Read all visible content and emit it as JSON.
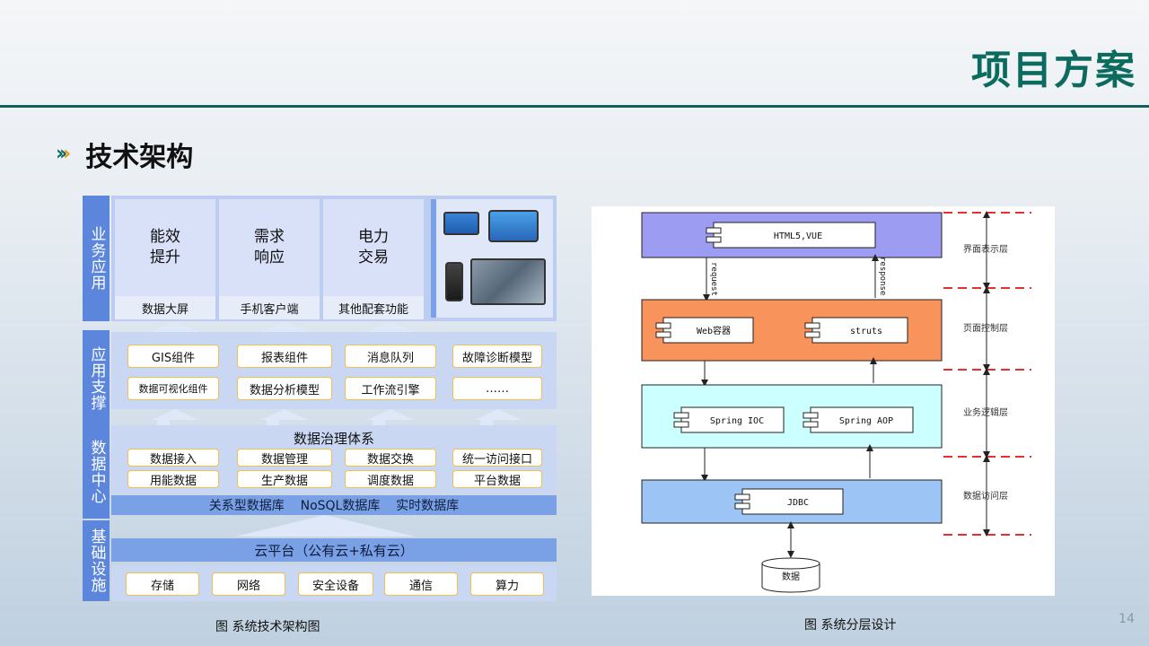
{
  "header": {
    "title": "项目方案"
  },
  "section": {
    "title": "技术架构"
  },
  "arch": {
    "layers": [
      "业务应用",
      "应用支撑",
      "数据中心",
      "基础设施"
    ],
    "apps": [
      {
        "label": "能效\n提升",
        "sub": "数据大屏"
      },
      {
        "label": "需求\n响应",
        "sub": "手机客户端"
      },
      {
        "label": "电力\n交易",
        "sub": "其他配套功能"
      }
    ],
    "support_row1": [
      "GIS组件",
      "报表组件",
      "消息队列",
      "故障诊断模型"
    ],
    "support_row2": [
      "数据可视化组件",
      "数据分析模型",
      "工作流引擎",
      "……"
    ],
    "governance_title": "数据治理体系",
    "governance_row1": [
      "数据接入",
      "数据管理",
      "数据交换",
      "统一访问接口"
    ],
    "governance_row2": [
      "用能数据",
      "生产数据",
      "调度数据",
      "平台数据"
    ],
    "db_bar": "关系型数据库    NoSQL数据库    实时数据库",
    "cloud_bar": "云平台（公有云+私有云）",
    "infra": [
      "存储",
      "网络",
      "安全设备",
      "通信",
      "算力"
    ],
    "caption": "图 系统技术架构图"
  },
  "layered": {
    "layers": [
      "界面表示层",
      "页面控制层",
      "业务逻辑层",
      "数据访问层"
    ],
    "components": {
      "html5": "HTML5,VUE",
      "web": "Web容器",
      "struts": "struts",
      "ioc": "Spring IOC",
      "aop": "Spring AOP",
      "jdbc": "JDBC",
      "db": "数据"
    },
    "arrows": {
      "request": "request",
      "response": "response"
    },
    "colors": {
      "ui": "#9c9cf2",
      "ctrl": "#f9935c",
      "biz": "#ccffff",
      "data": "#9cc4f5"
    },
    "caption": "图 系统分层设计"
  },
  "footer": {
    "page": "14"
  }
}
